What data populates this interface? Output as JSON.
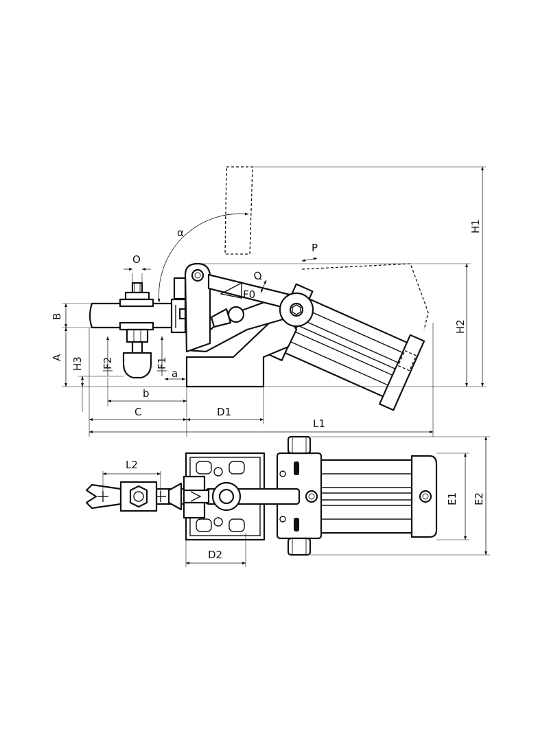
{
  "labels": {
    "alpha": "α",
    "O": "O",
    "P": "P",
    "Q": "Q",
    "B": "B",
    "A": "A",
    "H3": "H3",
    "F2": "F2",
    "F1": "F1",
    "F0": "F0",
    "a": "a",
    "b": "b",
    "C": "C",
    "D1": "D1",
    "L1": "L1",
    "H1": "H1",
    "H2": "H2",
    "L2": "L2",
    "D2": "D2",
    "E1": "E1",
    "E2": "E2"
  }
}
